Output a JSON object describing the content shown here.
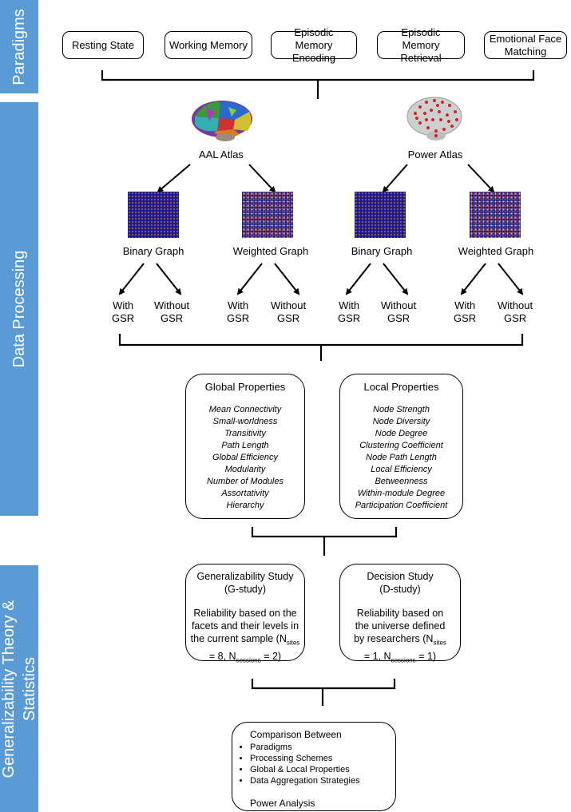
{
  "sidebars": {
    "paradigms": "Paradigms",
    "processing": "Data Processing",
    "gtheory_line1": "Generalizability Theory &",
    "gtheory_line2": "Statistics"
  },
  "paradigms": [
    "Resting State",
    "Working Memory",
    "Episodic Memory Encoding",
    "Episodic Memory Retrieval",
    "Emotional Face Matching"
  ],
  "atlases": {
    "aal": "AAL Atlas",
    "power": "Power Atlas"
  },
  "graphs": {
    "binary": "Binary Graph",
    "weighted": "Weighted Graph"
  },
  "gsr": {
    "with_line1": "With",
    "with_line2": "GSR",
    "without_line1": "Without",
    "without_line2": "GSR"
  },
  "global": {
    "title": "Global Properties",
    "items": [
      "Mean Connectivity",
      "Small-worldness",
      "Transitivity",
      "Path Length",
      "Global Efficiency",
      "Modularity",
      "Number of Modules",
      "Assortativity",
      "Hierarchy"
    ]
  },
  "local": {
    "title": "Local Properties",
    "items": [
      "Node Strength",
      "Node Diversity",
      "Node Degree",
      "Clustering Coefficient",
      "Node Path Length",
      "Local Efficiency",
      "Betweenness",
      "Within-module Degree",
      "Participation Coefficient"
    ]
  },
  "gstudy": {
    "title1": "Generalizability Study",
    "title2": "(G-study)",
    "desc1": "Reliability based on the",
    "desc2": "facets and their levels in",
    "desc3": "the current sample (N",
    "sub_sites": "sites",
    "desc4": "= 8, N",
    "sub_sessions": "sessions",
    "desc5": " = 2)"
  },
  "dstudy": {
    "title1": "Decision Study",
    "title2": "(D-study)",
    "desc1": "Reliability based on",
    "desc2": "the universe defined",
    "desc3": "by researchers (N",
    "sub_sites": "sites",
    "desc4": "= 1, N",
    "sub_sessions": "sessions",
    "desc5": " = 1)"
  },
  "comparison": {
    "title": "Comparison Between",
    "items": [
      "Paradigms",
      "Processing Schemes",
      "Global & Local Properties",
      "Data Aggregation Strategies"
    ],
    "footer": "Power Analysis"
  }
}
